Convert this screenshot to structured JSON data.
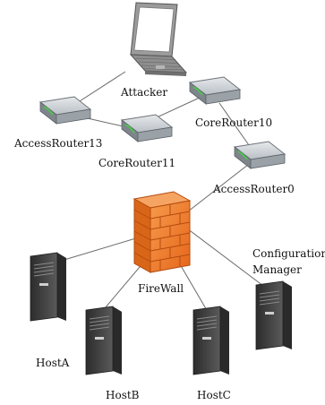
{
  "nodes": {
    "attacker": {
      "label": "Attacker",
      "icon": "laptop-icon"
    },
    "access_router_13": {
      "label": "AccessRouter13",
      "icon": "router-icon"
    },
    "core_router_11": {
      "label": "CoreRouter11",
      "icon": "router-icon"
    },
    "core_router_10": {
      "label": "CoreRouter10",
      "icon": "router-icon"
    },
    "access_router_0": {
      "label": "AccessRouter0",
      "icon": "router-icon"
    },
    "firewall": {
      "label": "FireWall",
      "icon": "firewall-icon"
    },
    "host_a": {
      "label": "HostA",
      "icon": "server-icon"
    },
    "host_b": {
      "label": "HostB",
      "icon": "server-icon"
    },
    "host_c": {
      "label": "HostC",
      "icon": "server-icon"
    },
    "config_manager": {
      "label_line1": "Configuration",
      "label_line2": "Manager",
      "icon": "server-icon"
    }
  },
  "colors": {
    "router": "#8a9096",
    "router_light": "#d8dce0",
    "router_status": "#4ec44e",
    "firewall": "#f07a28",
    "firewall_dark": "#c95c14",
    "server": "#3c3c3c",
    "laptop": "#888888",
    "link": "#666666"
  }
}
